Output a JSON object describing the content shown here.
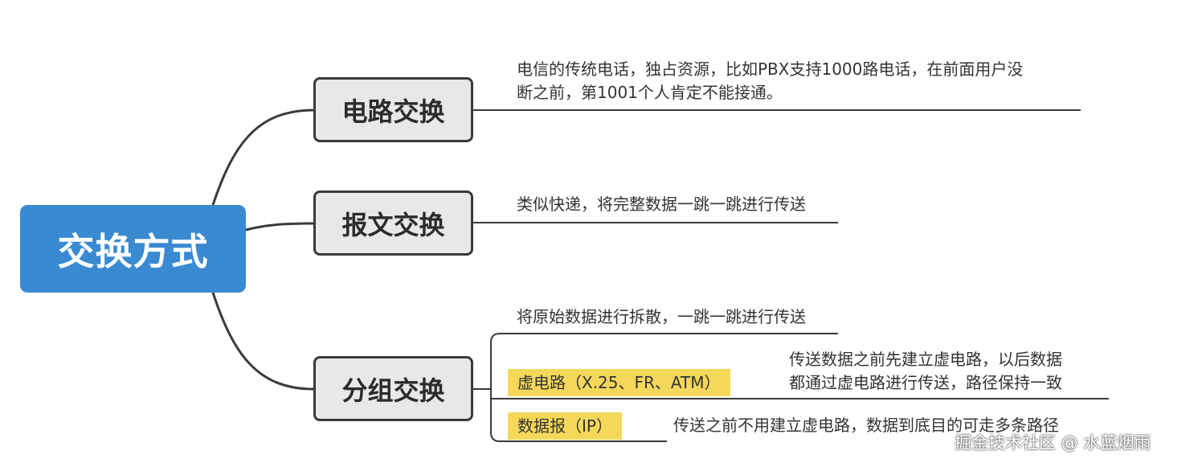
{
  "root": {
    "label": "交换方式"
  },
  "branches": [
    {
      "label": "电路交换",
      "note_lines": [
        "电信的传统电话，独占资源，比如PBX支持1000路电话，在前面用户没",
        "断之前，第1001个人肯定不能接通。"
      ]
    },
    {
      "label": "报文交换",
      "note": "类似快递，将完整数据一跳一跳进行传送"
    },
    {
      "label": "分组交换",
      "note": "将原始数据进行拆散，一跳一跳进行传送",
      "children": [
        {
          "label": "虚电路（X.25、FR、ATM）",
          "note_lines": [
            "传送数据之前先建立虚电路，以后数据",
            "都通过虚电路进行传送，路径保持一致"
          ]
        },
        {
          "label": "数据报（IP）",
          "note": "传送之前不用建立虚电路，数据到底目的可走多条路径"
        }
      ]
    }
  ],
  "watermark": "掘金技术社区 @ 水蓝烟雨",
  "colors": {
    "root_fill": "#3a8ad2",
    "branch_fill": "#e8e8e8",
    "tag_fill": "#f5d85a",
    "line": "#3a3a3a"
  }
}
